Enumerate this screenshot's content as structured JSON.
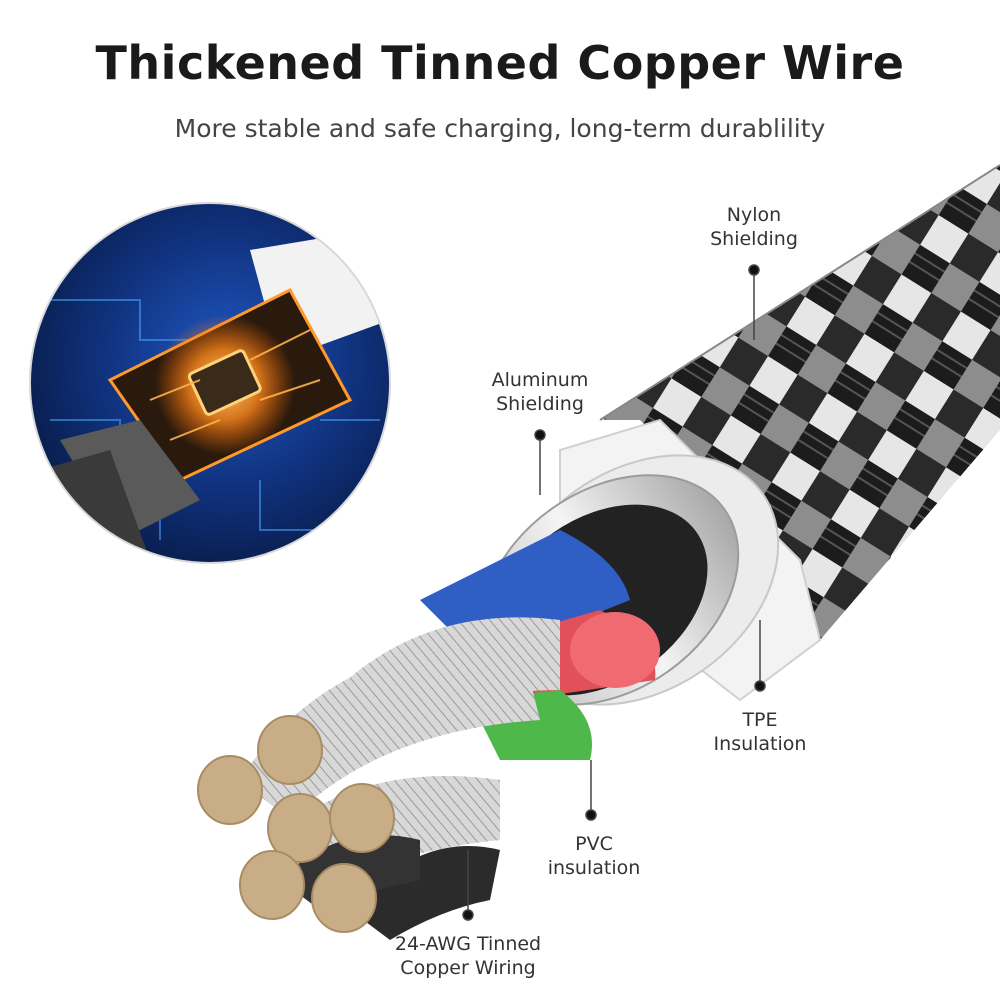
{
  "header": {
    "title": "Thickened Tinned Copper Wire",
    "subtitle": "More stable and safe charging, long-term durablility"
  },
  "callouts": [
    {
      "id": "nylon",
      "lines": [
        "Nylon",
        "Shielding"
      ]
    },
    {
      "id": "aluminum",
      "lines": [
        "Aluminum",
        "Shielding"
      ]
    },
    {
      "id": "tpe",
      "lines": [
        "TPE",
        "Insulation"
      ]
    },
    {
      "id": "pvc",
      "lines": [
        "PVC",
        "insulation"
      ]
    },
    {
      "id": "copper",
      "lines": [
        "24-AWG Tinned",
        "Copper Wiring"
      ]
    }
  ],
  "colors": {
    "text_dark": "#1a1a1a",
    "wire_blue": "#2f5fc4",
    "wire_red": "#e2505a",
    "wire_green": "#4fb84a",
    "copper": "#c9ad86",
    "chip_glow": "#ff9a2a",
    "board_blue": "#0e2a66"
  }
}
